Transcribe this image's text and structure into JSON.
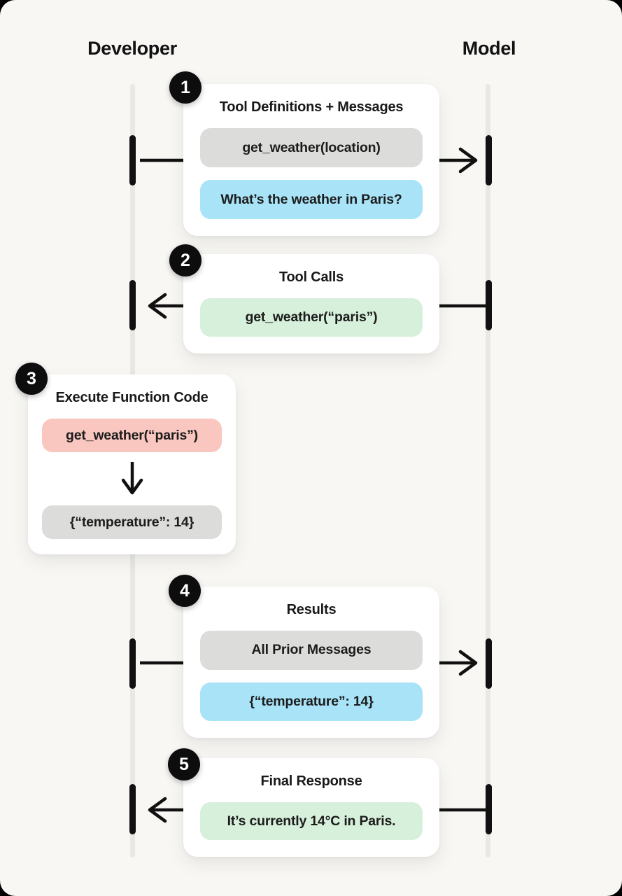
{
  "header": {
    "left_label": "Developer",
    "right_label": "Model"
  },
  "steps": [
    {
      "number": "1",
      "title": "Tool Definitions + Messages",
      "arrow_direction": "right",
      "pills": [
        {
          "text": "get_weather(location)",
          "color": "gray"
        },
        {
          "text": "What’s the weather in Paris?",
          "color": "blue"
        }
      ]
    },
    {
      "number": "2",
      "title": "Tool Calls",
      "arrow_direction": "left",
      "pills": [
        {
          "text": "get_weather(“paris”)",
          "color": "green"
        }
      ]
    },
    {
      "number": "3",
      "title": "Execute Function Code",
      "arrow_direction": "down-internal",
      "pills": [
        {
          "text": "get_weather(“paris”)",
          "color": "pink"
        },
        {
          "text": "{“temperature”: 14}",
          "color": "gray"
        }
      ]
    },
    {
      "number": "4",
      "title": "Results",
      "arrow_direction": "right",
      "pills": [
        {
          "text": "All Prior Messages",
          "color": "gray"
        },
        {
          "text": "{“temperature”: 14}",
          "color": "blue"
        }
      ]
    },
    {
      "number": "5",
      "title": "Final Response",
      "arrow_direction": "left",
      "pills": [
        {
          "text": "It’s currently 14°C in Paris.",
          "color": "green"
        }
      ]
    }
  ],
  "colors": {
    "background": "#f8f7f4",
    "card": "#ffffff",
    "pill_gray": "#dcdcda",
    "pill_blue": "#a8e3f7",
    "pill_green": "#d6f0db",
    "pill_pink": "#f9c7c0",
    "badge": "#0d0d0d",
    "lifeline": "#e9e8e5",
    "arrow_and_bars": "#111111",
    "text": "#191919"
  }
}
